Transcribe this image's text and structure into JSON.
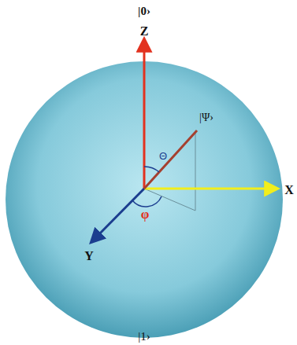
{
  "diagram": {
    "labels": [
      "|0›",
      "Z",
      "|Ψ›",
      "Θ",
      "X",
      "Y",
      "φ",
      "|1›"
    ]
  }
}
